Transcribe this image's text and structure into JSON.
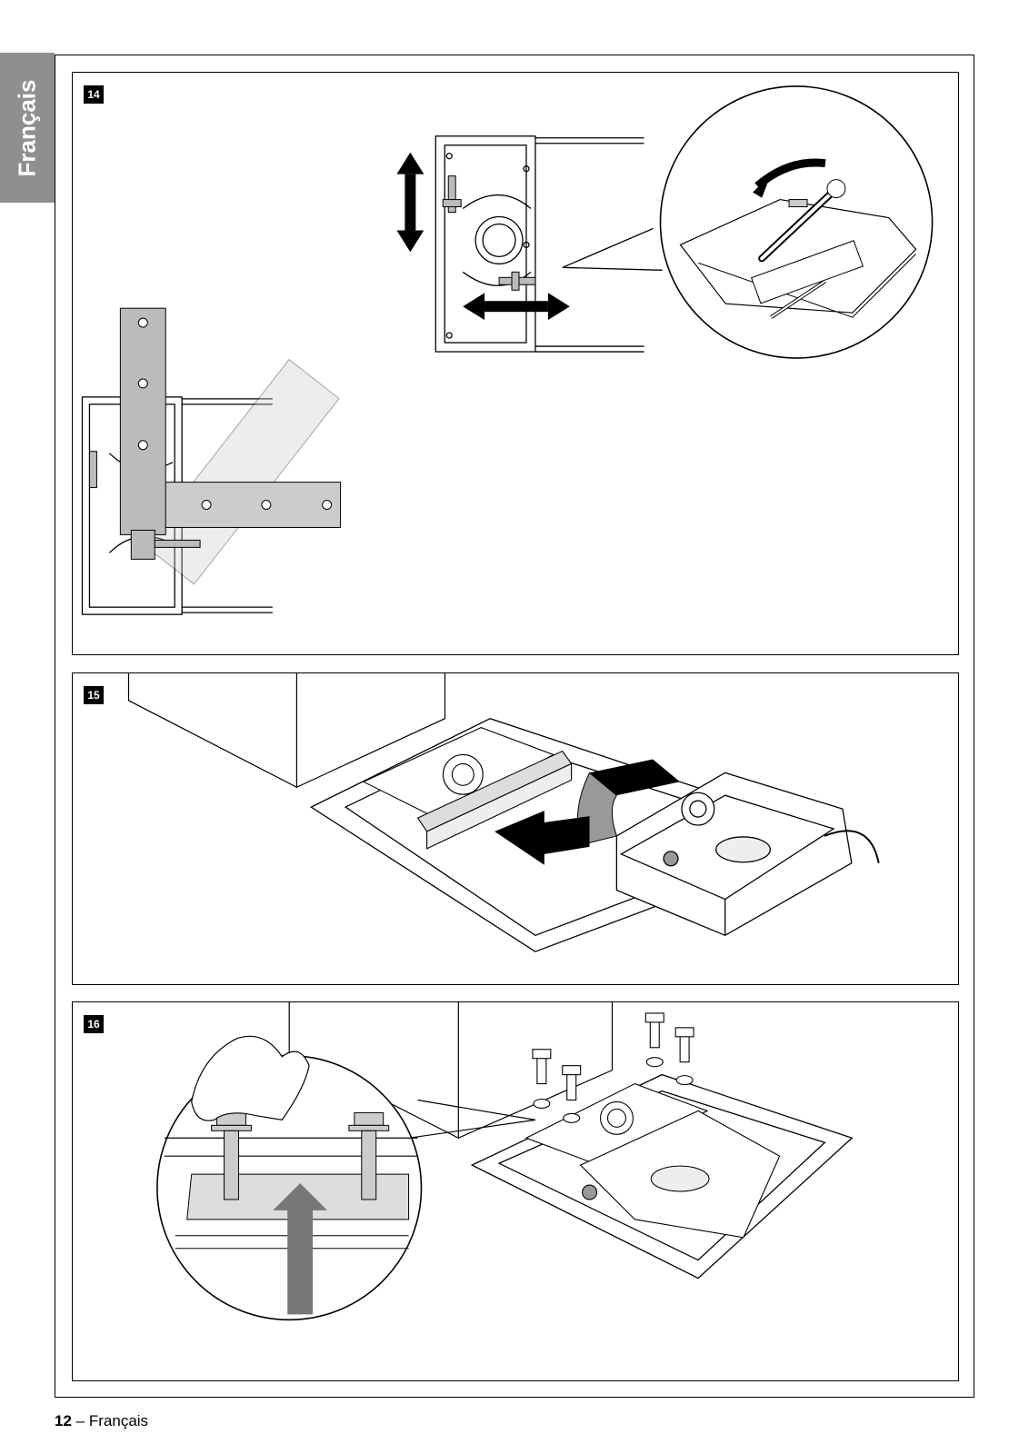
{
  "side_tab": {
    "label": "Français"
  },
  "figures": [
    {
      "number": "14"
    },
    {
      "number": "15"
    },
    {
      "number": "16"
    }
  ],
  "footer": {
    "page_number": "12",
    "separator": "–",
    "language": "Français"
  }
}
